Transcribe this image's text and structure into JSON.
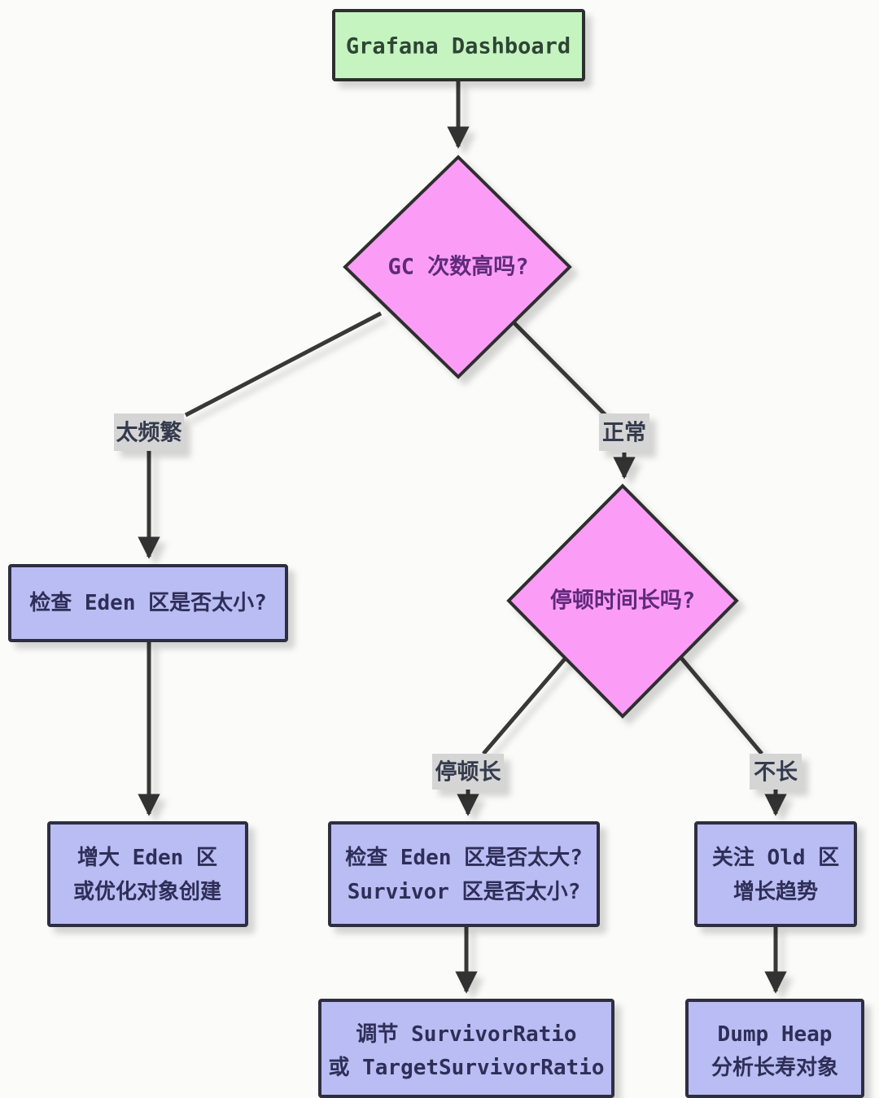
{
  "diagram": {
    "title": "GC tuning decision flowchart",
    "nodes": {
      "start": {
        "label": "Grafana Dashboard"
      },
      "decision_gc": {
        "label": "GC 次数高吗?"
      },
      "check_eden_small": {
        "label": "检查 Eden 区是否太小?"
      },
      "increase_eden": {
        "line1": "增大 Eden 区",
        "line2": "或优化对象创建"
      },
      "decision_pause": {
        "label": "停顿时间长吗?"
      },
      "check_eden_big": {
        "line1": "检查 Eden 区是否太大?",
        "line2": "Survivor 区是否太小?"
      },
      "watch_old": {
        "line1": "关注 Old 区",
        "line2": "增长趋势"
      },
      "adjust_ratio": {
        "line1": "调节 SurvivorRatio",
        "line2": "或 TargetSurvivorRatio"
      },
      "dump_heap": {
        "line1": "Dump Heap",
        "line2": "分析长寿对象"
      }
    },
    "edge_labels": {
      "too_frequent": "太频繁",
      "normal": "正常",
      "pause_long": "停顿长",
      "not_long": "不长"
    },
    "colors": {
      "start_fill": "#c5f4c0",
      "decision_fill": "#fb9df7",
      "process_fill": "#babdf3",
      "label_fill": "#d5d5d5",
      "edge_stroke": "#383838"
    }
  }
}
